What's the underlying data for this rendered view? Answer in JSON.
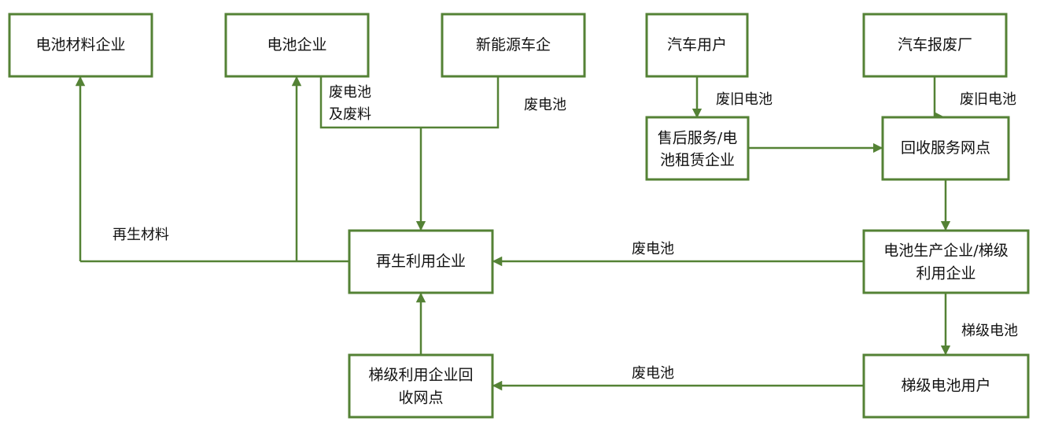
{
  "nodes": {
    "battery_material": "电池材料企业",
    "battery_company": "电池企业",
    "nev_maker": "新能源车企",
    "car_user": "汽车用户",
    "scrapyard": "汽车报废厂",
    "aftersales": [
      "售后服务/电",
      "池租赁企业"
    ],
    "recycling_point": "回收服务网点",
    "battery_producer_cascade": [
      "电池生产企业/梯级",
      "利用企业"
    ],
    "regeneration": "再生利用企业",
    "cascade_point": [
      "梯级利用企业回",
      "收网点"
    ],
    "cascade_user": "梯级电池用户"
  },
  "edge_labels": {
    "waste_and_scrap": [
      "废电池",
      "及废料"
    ],
    "waste_from_nev": "废电池",
    "used_from_user": "废旧电池",
    "used_from_scrapyard": "废旧电池",
    "regenerated_material": "再生材料",
    "waste_to_regeneration": "废电池",
    "cascade_battery": "梯级电池",
    "waste_to_cascade_point": "废电池"
  },
  "colors": {
    "accent": "#548235"
  }
}
